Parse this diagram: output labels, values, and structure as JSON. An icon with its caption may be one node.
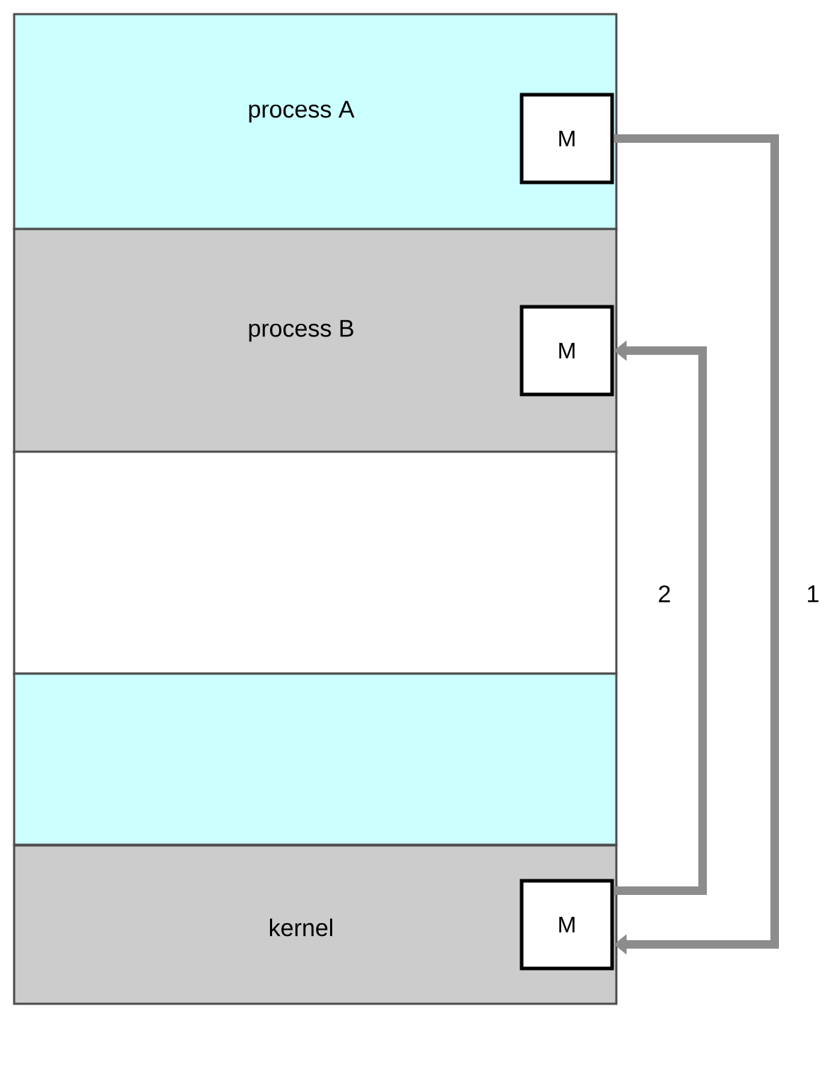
{
  "diagram": {
    "nodes": [
      {
        "text": [
          "process A"
        ]
      },
      {
        "text": [
          "M"
        ],
        "in": 0
      },
      {
        "text": [
          "process B"
        ]
      },
      {
        "text": [
          "M"
        ],
        "in": 2
      },
      {
        "text": [],
        "shape": "box"
      },
      {
        "text": [],
        "shape": "box"
      },
      {
        "text": [
          "kernel"
        ]
      },
      {
        "text": [
          "M"
        ],
        "in": 6
      }
    ],
    "edges": [
      {
        "from": 1,
        "to": 7,
        "arrow": "to",
        "label": "1"
      },
      {
        "from": 7,
        "to": 3,
        "arrow": "to",
        "label": "2"
      }
    ]
  }
}
